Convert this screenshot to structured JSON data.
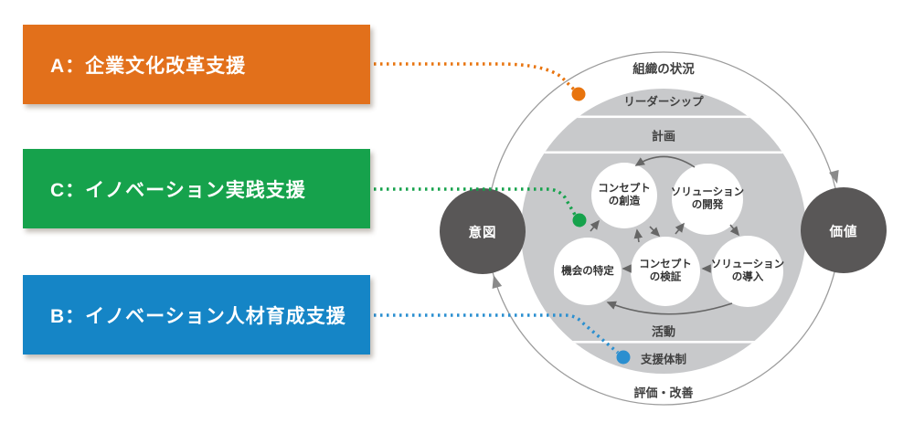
{
  "legend": {
    "a": {
      "label": "A：企業文化改革支援",
      "color": "#E2701B"
    },
    "c": {
      "label": "C：イノベーション実践支援",
      "color": "#16A24C"
    },
    "b": {
      "label": "B：イノベーション人材育成支援",
      "color": "#1585C6"
    }
  },
  "diagram": {
    "outer_label": "組織の状況",
    "leadership": "リーダーシップ",
    "plan": "計画",
    "activity": "活動",
    "support": "支援体制",
    "evaluation": "評価・改善",
    "intent": "意図",
    "value": "価値",
    "process": {
      "creation": {
        "line1": "コンセプト",
        "line2": "の創造"
      },
      "development": {
        "line1": "ソリューション",
        "line2": "の開発"
      },
      "opportunity": {
        "line1": "機会の特定"
      },
      "validation": {
        "line1": "コンセプト",
        "line2": "の検証"
      },
      "implementation": {
        "line1": "ソリューション",
        "line2": "の導入"
      }
    },
    "colors": {
      "inner_gray": "#c8c9cb",
      "node_dark": "#595757",
      "arrow_gray": "#666666",
      "outer_stroke": "#9c9c9c"
    }
  }
}
